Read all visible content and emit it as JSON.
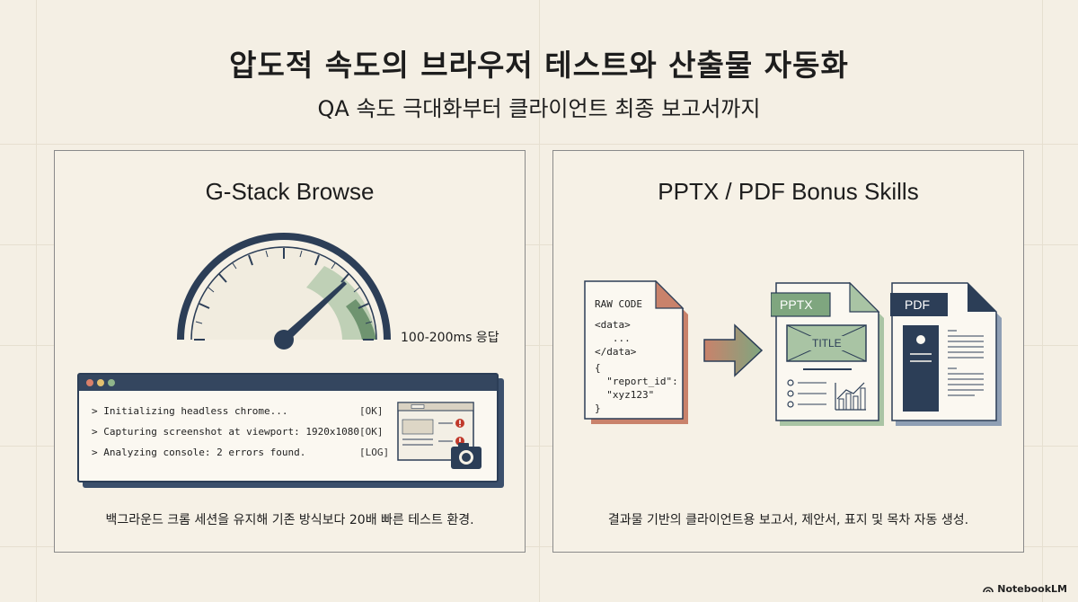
{
  "title": "압도적 속도의 브라우저 테스트와 산출물 자동화",
  "subtitle": "QA 속도 극대화부터 클라이언트 최종 보고서까지",
  "left_panel": {
    "title": "G-Stack Browse",
    "gauge_label": "100-200ms 응답",
    "terminal": {
      "lines": [
        {
          "text": "> Initializing headless chrome...",
          "status": "[OK]"
        },
        {
          "text": "> Capturing screenshot at viewport: 1920x1080",
          "status": "[OK]"
        },
        {
          "text": "> Analyzing console: 2 errors found.",
          "status": "[LOG]"
        }
      ]
    },
    "caption": "백그라운드 크롬 세션을 유지해 기존 방식보다 20배 빠른 테스트 환경."
  },
  "right_panel": {
    "title": "PPTX / PDF Bonus Skills",
    "code_card": {
      "header": "RAW CODE",
      "lines": [
        "<data>",
        "   ...",
        "</data>",
        "{",
        "  \"report_id\":",
        "  \"xyz123\"",
        "}"
      ]
    },
    "pptx_tag": "PPTX",
    "pptx_slide_title": "TITLE",
    "pdf_tag": "PDF",
    "caption": "결과물 기반의 클라이언트용 보고서, 제안서, 표지 및 목차 자동 생성."
  },
  "watermark": "NotebookLM",
  "icons": {
    "camera": "camera-icon",
    "error": "error-icon",
    "arrow": "arrow-right-icon",
    "chart": "bar-chart-icon"
  },
  "colors": {
    "navy": "#2c3e57",
    "sage": "#7fa67f",
    "terracotta": "#c9826b",
    "error_red": "#c0392b"
  }
}
